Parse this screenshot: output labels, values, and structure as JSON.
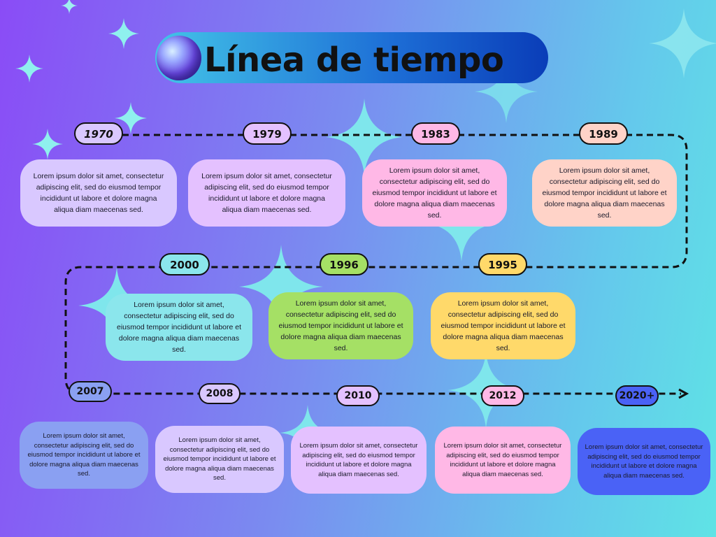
{
  "title": "Línea de tiempo",
  "colors": {
    "lavender": "#d9c8ff",
    "violet": "#e4c1ff",
    "pink": "#ffb8e6",
    "peach": "#ffd3c8",
    "cyan": "#8be6ec",
    "green": "#a5e065",
    "yellow": "#ffd96a",
    "periwinkle": "#8aa0f2",
    "blue": "#4a62f6",
    "line": "#111111"
  },
  "events": [
    {
      "year": "1970",
      "text": "Lorem ipsum dolor sit amet, consectetur adipiscing elit, sed do eiusmod tempor incididunt ut labore et dolore magna aliqua diam maecenas sed."
    },
    {
      "year": "1979",
      "text": "Lorem ipsum dolor sit amet, consectetur adipiscing elit, sed do eiusmod tempor incididunt ut labore et dolore magna aliqua diam maecenas sed."
    },
    {
      "year": "1983",
      "text": "Lorem ipsum dolor sit amet, consectetur adipiscing elit, sed do eiusmod tempor incididunt ut labore et dolore magna aliqua diam maecenas sed."
    },
    {
      "year": "1989",
      "text": "Lorem ipsum dolor sit amet, consectetur adipiscing elit, sed do eiusmod tempor incididunt ut labore et dolore magna aliqua diam maecenas sed."
    },
    {
      "year": "1995",
      "text": "Lorem ipsum dolor sit amet, consectetur adipiscing elit, sed do eiusmod tempor incididunt ut labore et dolore magna aliqua diam maecenas sed."
    },
    {
      "year": "1996",
      "text": "Lorem ipsum dolor sit amet, consectetur adipiscing elit, sed do eiusmod tempor incididunt ut labore et dolore magna aliqua diam maecenas sed."
    },
    {
      "year": "2000",
      "text": "Lorem ipsum dolor sit amet, consectetur adipiscing elit, sed do eiusmod tempor incididunt ut labore et dolore magna aliqua diam maecenas sed."
    },
    {
      "year": "2007",
      "text": "Lorem ipsum dolor sit amet, consectetur adipiscing elit, sed do eiusmod tempor incididunt ut labore et dolore magna aliqua diam maecenas sed."
    },
    {
      "year": "2008",
      "text": "Lorem ipsum dolor sit amet, consectetur adipiscing elit, sed do eiusmod tempor incididunt ut labore et dolore magna aliqua diam maecenas sed."
    },
    {
      "year": "2010",
      "text": "Lorem ipsum dolor sit amet, consectetur adipiscing elit, sed do eiusmod tempor incididunt ut labore et dolore magna aliqua diam maecenas sed."
    },
    {
      "year": "2012",
      "text": "Lorem ipsum dolor sit amet, consectetur adipiscing elit, sed do eiusmod tempor incididunt ut labore et dolore magna aliqua diam maecenas sed."
    },
    {
      "year": "2020+",
      "text": "Lorem ipsum dolor sit amet, consectetur adipiscing elit, sed do eiusmod tempor incididunt ut labore et dolore magna aliqua diam maecenas sed."
    }
  ]
}
